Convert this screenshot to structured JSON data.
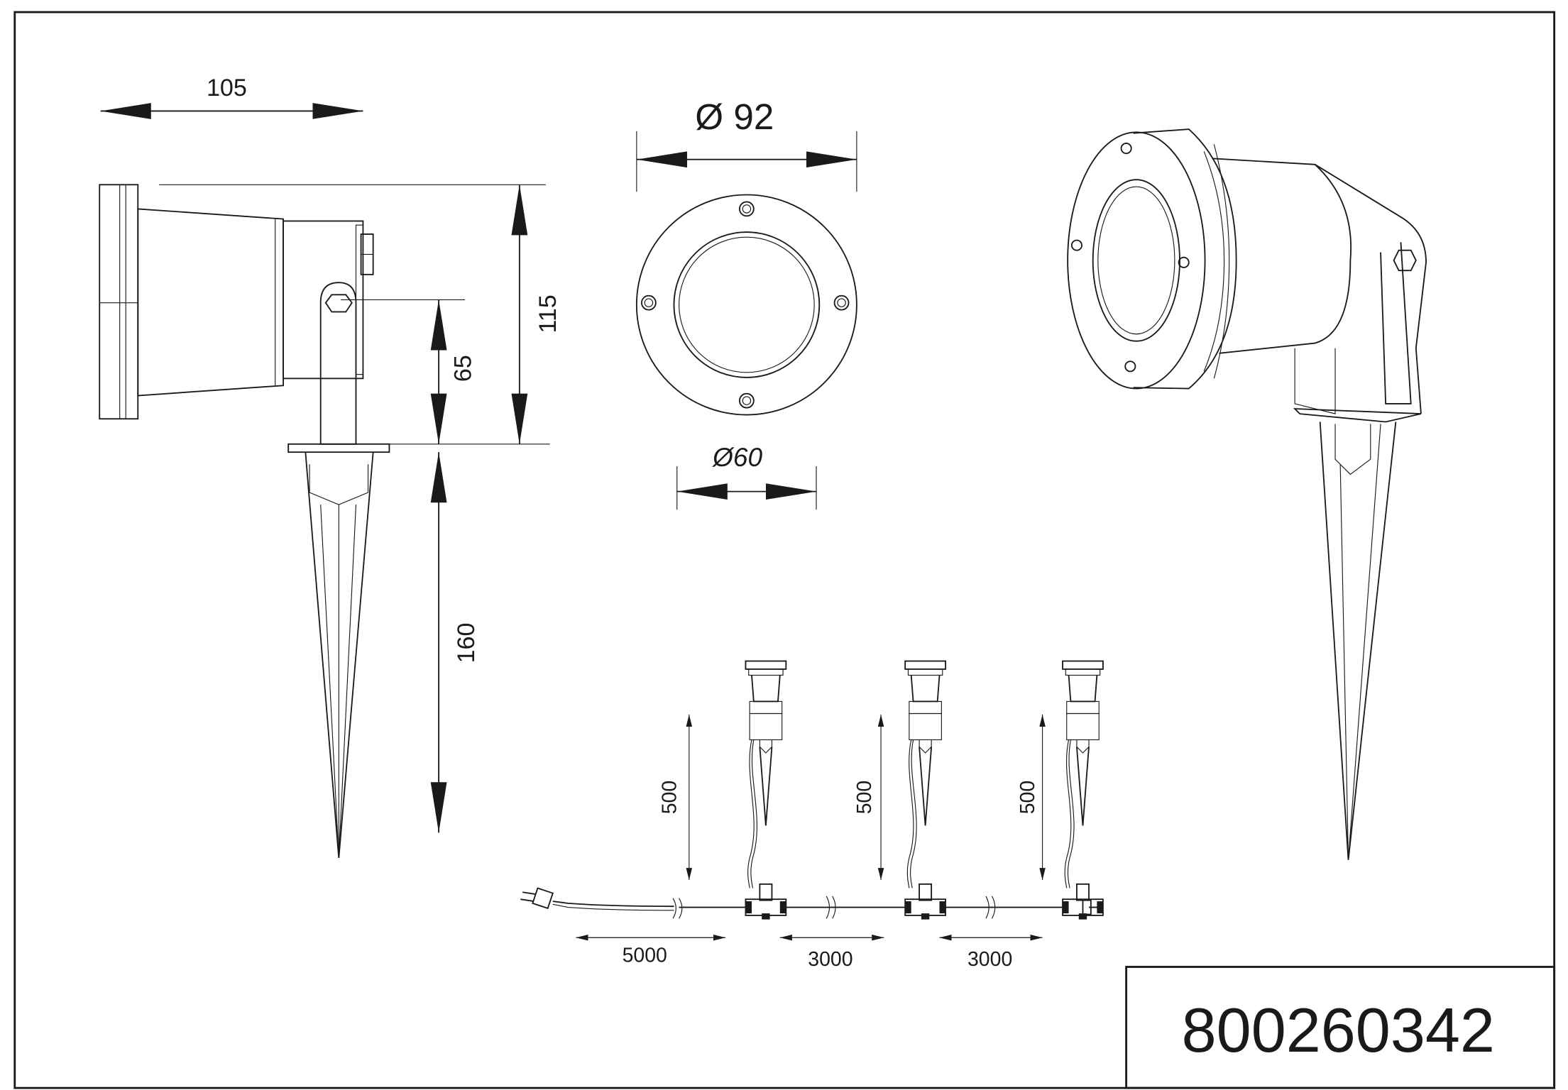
{
  "drawing": {
    "part_number": "800260342",
    "dimensions": {
      "side_width": "105",
      "front_diameter": "Ø 92",
      "lens_diameter": "Ø60",
      "head_height": "115",
      "pivot_height": "65",
      "spike_length": "160",
      "drop_cable_1": "500",
      "drop_cable_2": "500",
      "drop_cable_3": "500",
      "supply_cable": "5000",
      "link_cable_1": "3000",
      "link_cable_2": "3000"
    }
  }
}
